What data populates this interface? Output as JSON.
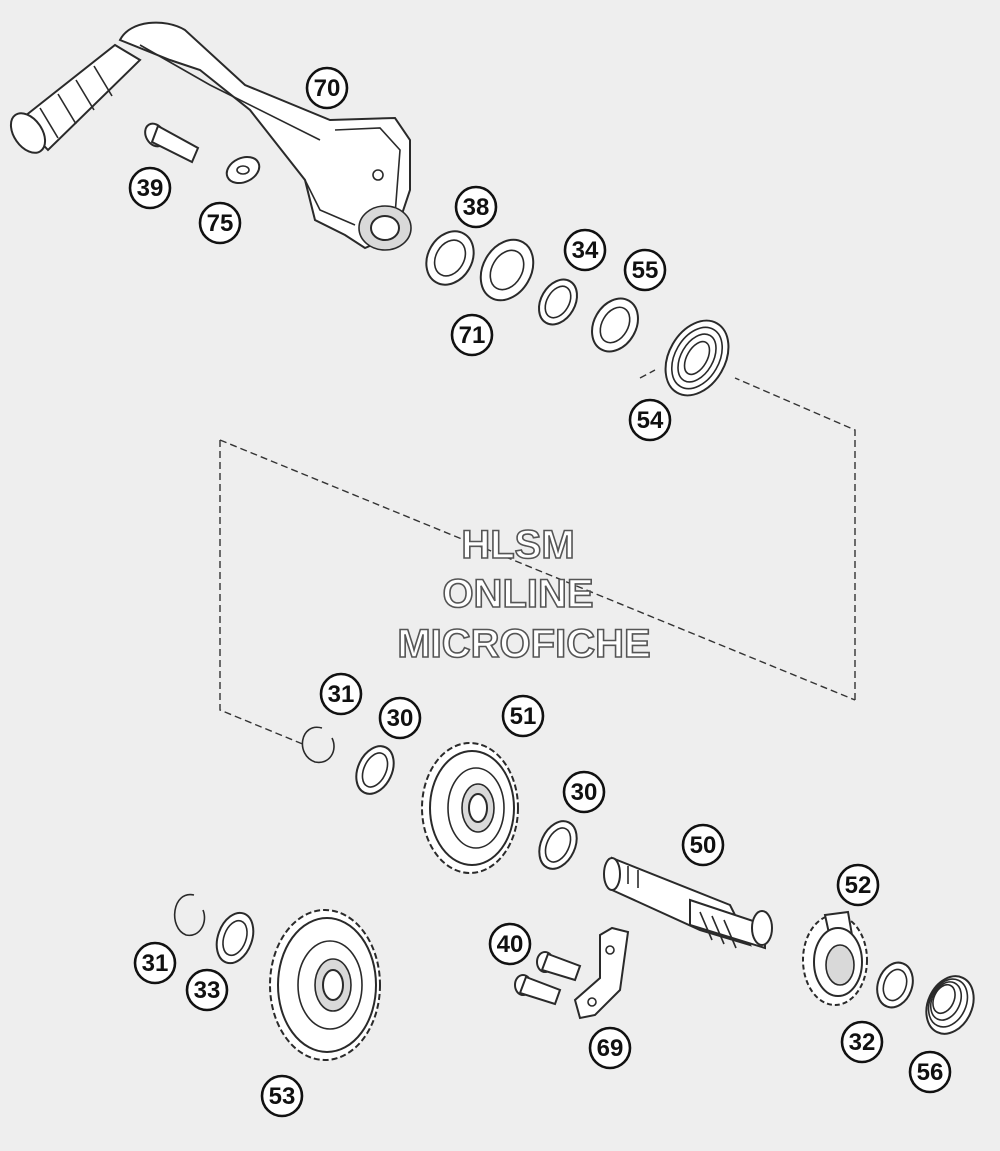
{
  "watermark": {
    "line1": "HLSM",
    "line2": "ONLINE",
    "line3": "MICROFICHE"
  },
  "callouts": {
    "c70": "70",
    "c39": "39",
    "c75": "75",
    "c38": "38",
    "c34": "34",
    "c55": "55",
    "c71": "71",
    "c54": "54",
    "c31a": "31",
    "c30a": "30",
    "c51": "51",
    "c30b": "30",
    "c50": "50",
    "c52": "52",
    "c40": "40",
    "c31b": "31",
    "c33": "33",
    "c53": "53",
    "c69": "69",
    "c32": "32",
    "c56": "56"
  }
}
